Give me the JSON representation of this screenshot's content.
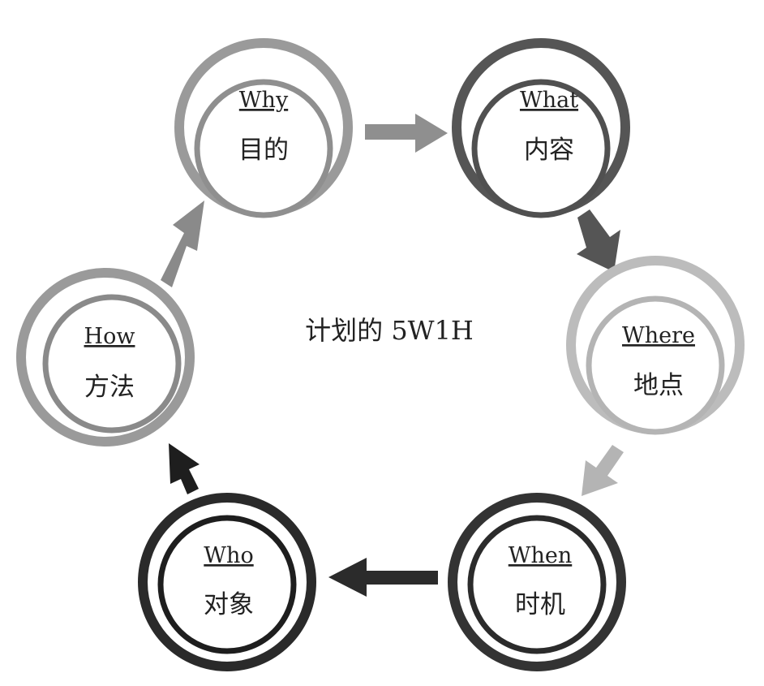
{
  "title": "计划的 5W1H",
  "nodes": [
    {
      "id": "why",
      "en": "Why",
      "zh": "目的",
      "color": "#8f8f8f",
      "outer": "#9a9a9a"
    },
    {
      "id": "what",
      "en": "What",
      "zh": "内容",
      "color": "#505050",
      "outer": "#555555"
    },
    {
      "id": "where",
      "en": "Where",
      "zh": "地点",
      "color": "#b4b4b4",
      "outer": "#bcbcbc"
    },
    {
      "id": "when",
      "en": "When",
      "zh": "时机",
      "color": "#2b2b2b",
      "outer": "#333333"
    },
    {
      "id": "who",
      "en": "Who",
      "zh": "对象",
      "color": "#1e1e1e",
      "outer": "#2a2a2a"
    },
    {
      "id": "how",
      "en": "How",
      "zh": "方法",
      "color": "#8a8a8a",
      "outer": "#9a9a9a"
    }
  ],
  "arrows": [
    {
      "from": "why",
      "to": "what",
      "color": "#8f8f8f"
    },
    {
      "from": "what",
      "to": "where",
      "color": "#555555"
    },
    {
      "from": "where",
      "to": "when",
      "color": "#b4b4b4"
    },
    {
      "from": "when",
      "to": "who",
      "color": "#2b2b2b"
    },
    {
      "from": "who",
      "to": "how",
      "color": "#1e1e1e"
    },
    {
      "from": "how",
      "to": "why",
      "color": "#8a8a8a"
    }
  ]
}
